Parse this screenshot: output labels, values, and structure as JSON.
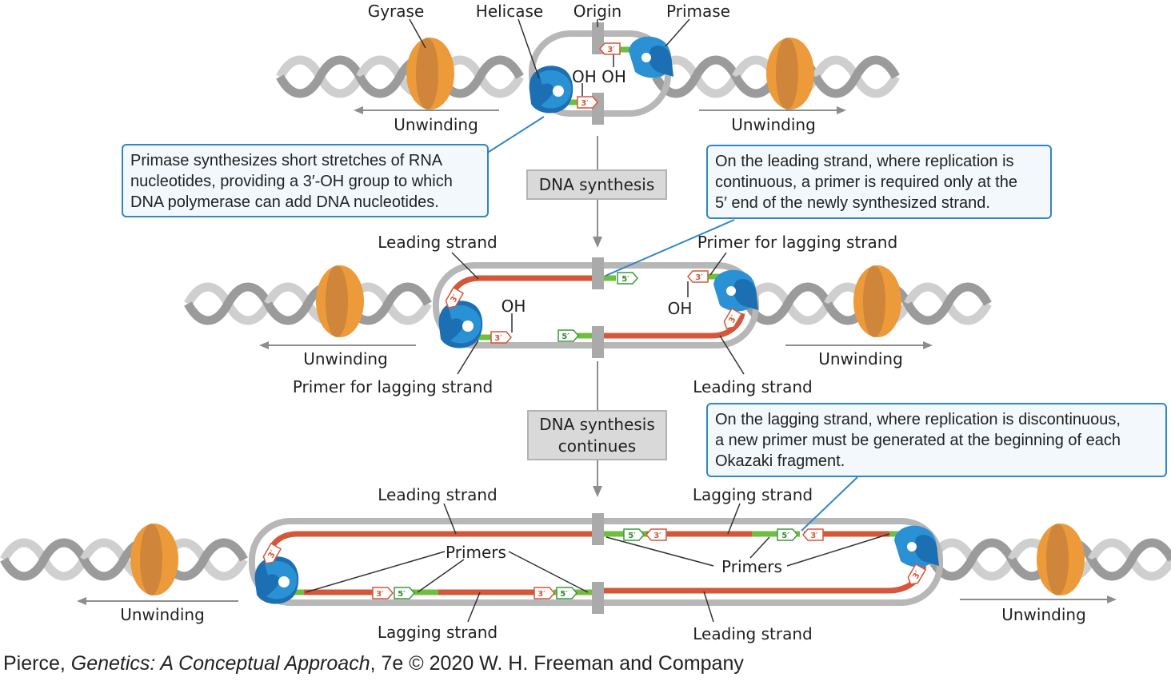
{
  "labels": {
    "gyrase": "Gyrase",
    "helicase": "Helicase",
    "origin": "Origin",
    "primase": "Primase",
    "oh": "OH",
    "oh_pair": "OH OH",
    "unwinding": "Unwinding",
    "leading_strand": "Leading strand",
    "lagging_strand": "Lagging strand",
    "primer_for_lagging": "Primer for lagging strand",
    "primers": "Primers",
    "three_prime": "3′",
    "five_prime": "5′"
  },
  "notes": {
    "primase_note": [
      "Primase synthesizes short stretches of RNA",
      "nucleotides, providing a 3′-OH group to which",
      "DNA polymerase can add DNA nucleotides."
    ],
    "leading_note": [
      "On the leading strand, where replication is",
      "continuous, a primer is required only at the",
      "5′ end of the newly synthesized strand."
    ],
    "lagging_note": [
      "On the lagging strand, where replication is discontinuous,",
      "a new primer must be generated at the beginning of each",
      "Okazaki fragment."
    ]
  },
  "steps": {
    "step1": [
      "DNA synthesis"
    ],
    "step2": [
      "DNA synthesis",
      "continues"
    ]
  },
  "credit": {
    "author": "Pierce, ",
    "book": "Genetics: A Conceptual Approach",
    "rest": ", 7e © 2020 W. H. Freeman and Company"
  },
  "colors": {
    "parental_strand": "#b7b7b8",
    "new_dna": "#d4573a",
    "rna_primer": "#6fbf3c",
    "gyrase": "#ec9a3a",
    "helicase": "#2a92d4",
    "callout_border": "#2f86c9",
    "arrow": "#8d8d8d"
  }
}
